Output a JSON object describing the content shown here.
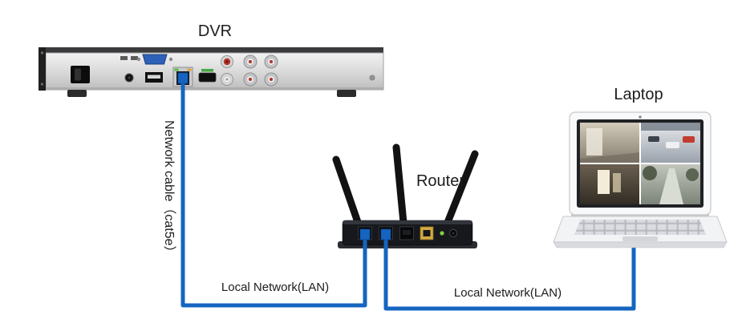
{
  "labels": {
    "dvr": "DVR",
    "router": "Router",
    "laptop": "Laptop",
    "network_cable": "Network cable（cat5e）",
    "lan_left": "Local Network(LAN)",
    "lan_right": "Local Network(LAN)"
  },
  "colors": {
    "cable_blue": "#1565c0"
  }
}
